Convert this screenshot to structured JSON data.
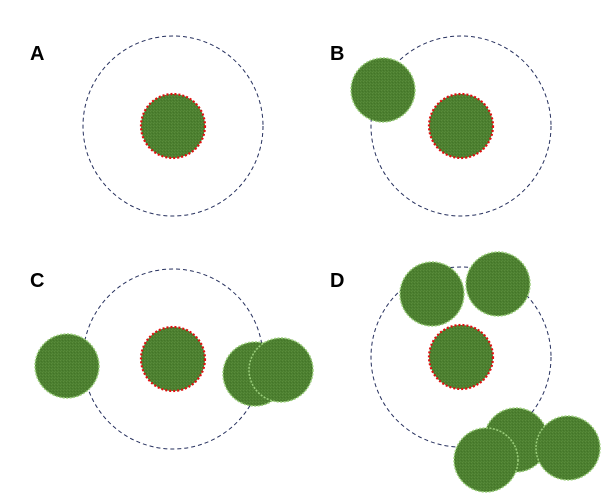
{
  "panels": [
    {
      "label": "A"
    },
    {
      "label": "B"
    },
    {
      "label": "C"
    },
    {
      "label": "D"
    }
  ],
  "colors": {
    "cell_fill": "#4c7f2f",
    "cell_edge": "#9ccf7c",
    "center_outline": "#e01010",
    "range_circle": "#26305e",
    "background": "#ffffff"
  },
  "legend": []
}
